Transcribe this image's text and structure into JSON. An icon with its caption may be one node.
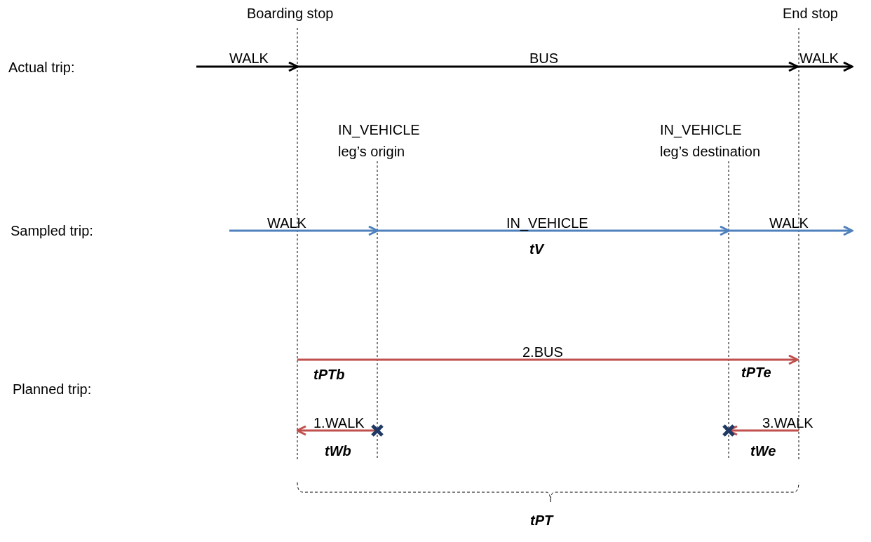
{
  "diagram": {
    "labels": [
      "Boarding stop",
      "End stop",
      "Actual trip:",
      "WALK",
      "BUS",
      "WALK",
      "IN_VEHICLE leg’s origin",
      "IN_VEHICLE leg’s destination",
      "Sampled trip:",
      "WALK",
      "IN_VEHICLE",
      "WALK",
      "tV",
      "2.BUS",
      "tPTb",
      "tPTe",
      "Planned trip:",
      "1.WALK",
      "3.WALK",
      "tWb",
      "tWe",
      "tPT"
    ]
  }
}
